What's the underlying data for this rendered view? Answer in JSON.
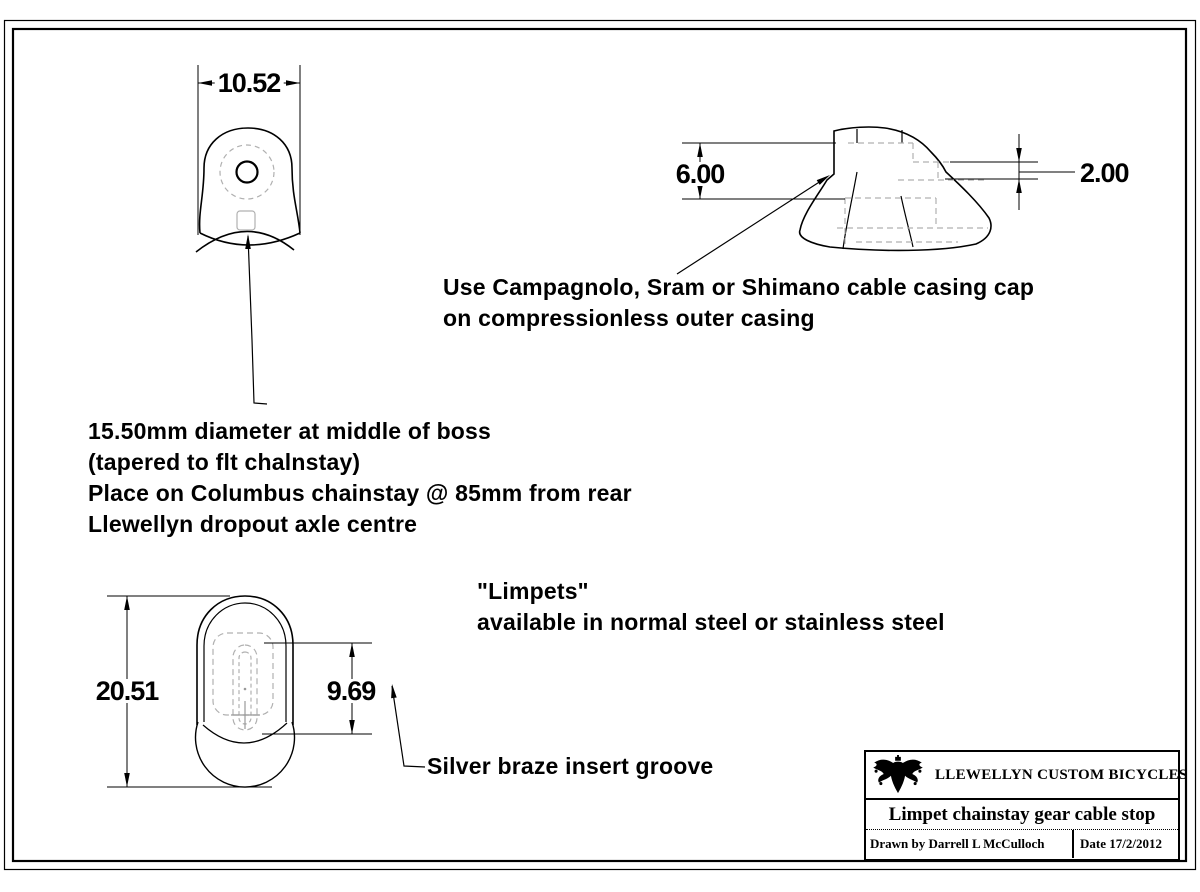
{
  "sheet": {
    "type": "engineering-drawing",
    "colors": {
      "line": "#000000",
      "hidden_line": "#b0b0b0",
      "background": "#ffffff"
    }
  },
  "dimensions": {
    "top_width": "10.52",
    "side_height": "6.00",
    "cap_depth": "2.00",
    "base_length": "20.51",
    "slot_length": "9.69"
  },
  "notes": {
    "casing_cap": [
      "Use Campagnolo, Sram or Shimano cable casing cap",
      "on compressionless outer casing"
    ],
    "placement": [
      "15.50mm diameter at middle of boss",
      "(tapered to flt chalnstay)",
      "Place on Columbus chainstay @ 85mm from rear",
      "Llewellyn dropout axle centre"
    ],
    "limpets": [
      "\"Limpets\"",
      "available in normal steel or stainless steel"
    ],
    "groove": "Silver braze insert groove"
  },
  "title_block": {
    "logo": "llewellyn-crest",
    "company": "LLEWELLYN CUSTOM BICYCLES",
    "drawing_title": "Limpet chainstay gear cable stop",
    "drawn_by": "Drawn by Darrell L McCulloch",
    "date": "Date 17/2/2012"
  }
}
